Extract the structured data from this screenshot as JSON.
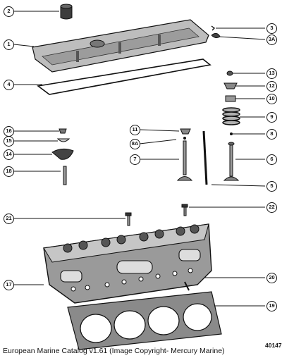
{
  "callouts": [
    {
      "id": "c2",
      "label": "2"
    },
    {
      "id": "c1",
      "label": "1"
    },
    {
      "id": "c3",
      "label": "3"
    },
    {
      "id": "c3a",
      "label": "3A"
    },
    {
      "id": "c4",
      "label": "4"
    },
    {
      "id": "c13",
      "label": "13"
    },
    {
      "id": "c12",
      "label": "12"
    },
    {
      "id": "c10",
      "label": "10"
    },
    {
      "id": "c9",
      "label": "9"
    },
    {
      "id": "c8",
      "label": "8"
    },
    {
      "id": "c6",
      "label": "6"
    },
    {
      "id": "c16",
      "label": "16"
    },
    {
      "id": "c15",
      "label": "15"
    },
    {
      "id": "c14",
      "label": "14"
    },
    {
      "id": "c18",
      "label": "18"
    },
    {
      "id": "c11",
      "label": "11"
    },
    {
      "id": "c8a",
      "label": "8A"
    },
    {
      "id": "c7",
      "label": "7"
    },
    {
      "id": "c5",
      "label": "5"
    },
    {
      "id": "c21",
      "label": "21"
    },
    {
      "id": "c22",
      "label": "22"
    },
    {
      "id": "c17",
      "label": "17"
    },
    {
      "id": "c20",
      "label": "20"
    },
    {
      "id": "c19",
      "label": "19"
    }
  ],
  "caption": "European Marine Catalog v1.61 (Image Copyright- Mercury Marine)",
  "figure_number": "40147",
  "colors": {
    "ink": "#111111",
    "metal": "#b9b9b9",
    "shade": "#7a7a7a",
    "paper": "#ffffff"
  }
}
